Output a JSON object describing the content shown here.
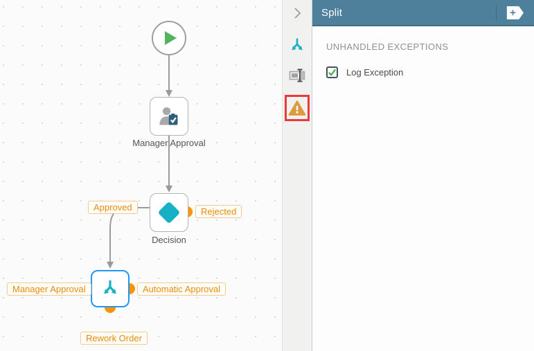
{
  "canvas": {
    "nodes": {
      "start": {
        "type": "start",
        "icon": "play-icon"
      },
      "manager_approval": {
        "label": "Manager Approval",
        "icon": "user-task-icon"
      },
      "decision": {
        "label": "Decision",
        "icon": "decision-diamond-icon"
      },
      "split": {
        "label": "",
        "icon": "split-icon",
        "selected": true
      }
    },
    "line_labels": {
      "approved": "Approved",
      "rejected": "Rejected",
      "manager_approval": "Manager Approval",
      "automatic_approval": "Automatic Approval",
      "rework_order": "Rework Order"
    }
  },
  "toolstrip": {
    "icons": [
      "collapse-chevron-icon",
      "split-tool-icon",
      "rename-tool-icon",
      "warning-tool-icon"
    ],
    "highlighted_icon": "warning-tool-icon"
  },
  "panel": {
    "title": "Split",
    "add_button_glyph": "+",
    "section_heading": "UNHANDLED EXCEPTIONS",
    "checkbox": {
      "label": "Log Exception",
      "checked": true
    }
  },
  "colors": {
    "header_teal": "#4e7f9b",
    "icon_teal": "#1cb0c4",
    "connector_orange": "#f89406",
    "label_orange": "#e88c0a",
    "selection_blue": "#2196f3",
    "start_green": "#52b45f",
    "check_green": "#3bb54a",
    "highlight_red": "#e83a3a"
  }
}
